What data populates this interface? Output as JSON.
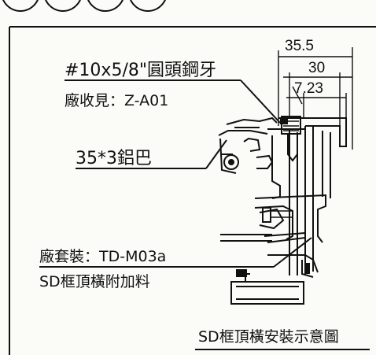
{
  "labels": {
    "screw": "#10x5/8\"圓頭鋼牙",
    "screw_supplier": "廠收見：Z-A01",
    "rivet": "35*3鋁巴",
    "assembly_code": "廠套裝：TD-M03a",
    "profile": "SD框頂橫附加料",
    "caption": "SD框頂橫安裝示意圖"
  },
  "dimensions": {
    "d1": "35.5",
    "d2": "30",
    "d3": "7.23"
  }
}
